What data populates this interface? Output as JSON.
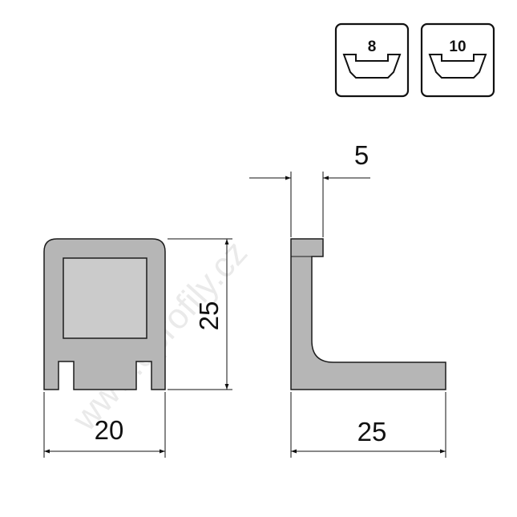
{
  "slot_badges": [
    {
      "label": "8"
    },
    {
      "label": "10"
    }
  ],
  "dimensions": {
    "front_width": "20",
    "front_height": "25",
    "side_length": "25",
    "side_thickness": "5"
  },
  "watermark": "www.eprofily.cz",
  "colors": {
    "part_fill": "#b6b6b6",
    "window_fill": "#cbcbcb",
    "outline": "#1c1c1c",
    "dimension_line": "#111111"
  }
}
